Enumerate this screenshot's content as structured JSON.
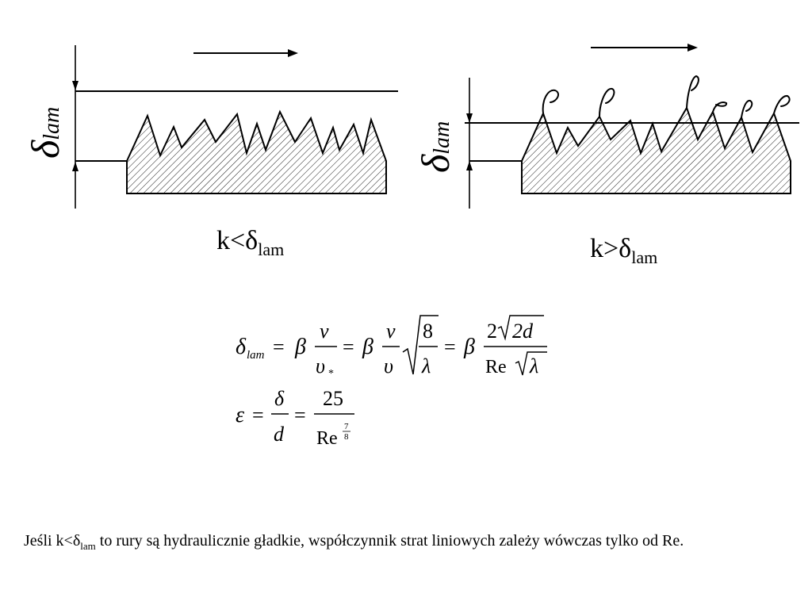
{
  "diagram": {
    "left_axis_label": {
      "symbol": "δ",
      "subscript": "lam"
    },
    "right_axis_label": {
      "symbol": "δ",
      "subscript": "lam"
    },
    "left_condition": {
      "prefix": "k<δ",
      "subscript": "lam"
    },
    "right_condition": {
      "prefix": "k>δ",
      "subscript": "lam"
    }
  },
  "formulas": {
    "eq1": {
      "lhs": "δ",
      "lhs_sub": "lam",
      "eq": "=",
      "beta": "β",
      "f1_num": "ν",
      "f1_den": "υ",
      "f1_den_sub": "*",
      "f2_num": "ν",
      "f2_den": "υ",
      "sqrt_num": "8",
      "sqrt_den": "λ",
      "f3_num_coef": "2",
      "f3_num_rad": "2d",
      "f3_den_re": "Re",
      "f3_den_rad": "λ"
    },
    "eq2": {
      "lhs": "ε",
      "eq": "=",
      "f1_num": "δ",
      "f1_den": "d",
      "f2_num": "25",
      "f2_den": "Re",
      "exp_num": "7",
      "exp_den": "8"
    }
  },
  "caption": {
    "part1": "Jeśli k<δ",
    "sub": "lam",
    "part2": " to rury są hydraulicznie gładkie, współczynnik strat liniowych zależy wówczas tylko od Re."
  }
}
